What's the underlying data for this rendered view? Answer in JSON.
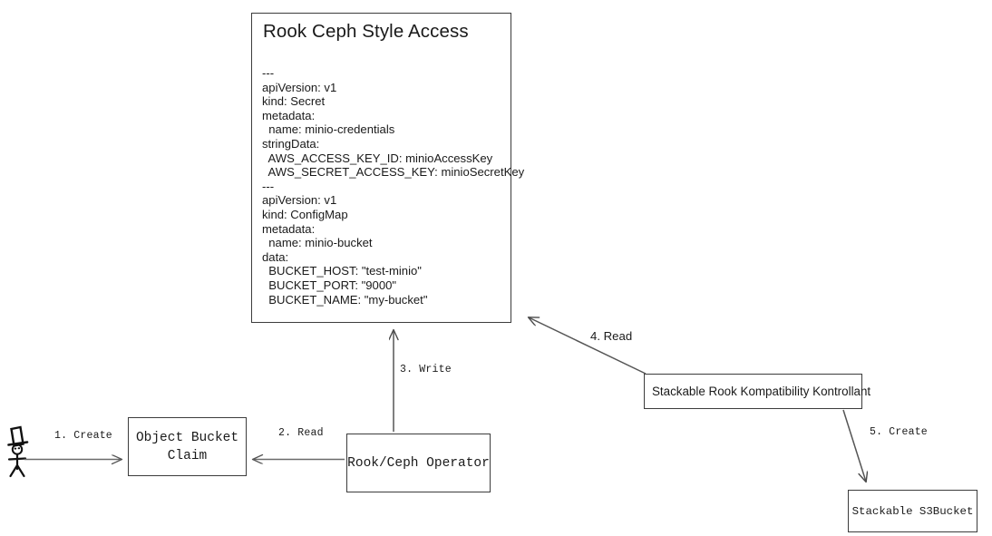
{
  "diagram": {
    "title": "Rook Ceph Style Access",
    "yaml_lines": [
      "---",
      "apiVersion: v1",
      "kind: Secret",
      "metadata:",
      "  name: minio-credentials",
      "stringData:",
      "  AWS_ACCESS_KEY_ID: minioAccessKey",
      "  AWS_SECRET_ACCESS_KEY: minioSecretKey",
      "---",
      "apiVersion: v1",
      "kind: ConfigMap",
      "metadata:",
      "  name: minio-bucket",
      "data:",
      "  BUCKET_HOST: \"test-minio\"",
      "  BUCKET_PORT: \"9000\"",
      "  BUCKET_NAME: \"my-bucket\""
    ],
    "nodes": {
      "actor": "stick-figure-actor",
      "object_bucket_claim": "Object Bucket\nClaim",
      "rook_ceph_operator": "Rook/Ceph Operator",
      "stackable_controller": "Stackable Rook Kompatibility Kontrollant",
      "stackable_s3bucket": "Stackable S3Bucket"
    },
    "edges": [
      {
        "id": "1",
        "label": "1. Create",
        "from": "actor",
        "to": "object_bucket_claim"
      },
      {
        "id": "2",
        "label": "2. Read",
        "from": "rook_ceph_operator",
        "to": "object_bucket_claim"
      },
      {
        "id": "3",
        "label": "3. Write",
        "from": "rook_ceph_operator",
        "to": "yaml_card"
      },
      {
        "id": "4",
        "label": "4. Read",
        "from": "stackable_controller",
        "to": "yaml_card"
      },
      {
        "id": "5",
        "label": "5. Create",
        "from": "stackable_controller",
        "to": "stackable_s3bucket"
      }
    ],
    "colors": {
      "stroke": "#3c3c3c",
      "text": "#1a1a1a",
      "background": "#ffffff",
      "arrow": "#555555"
    }
  }
}
